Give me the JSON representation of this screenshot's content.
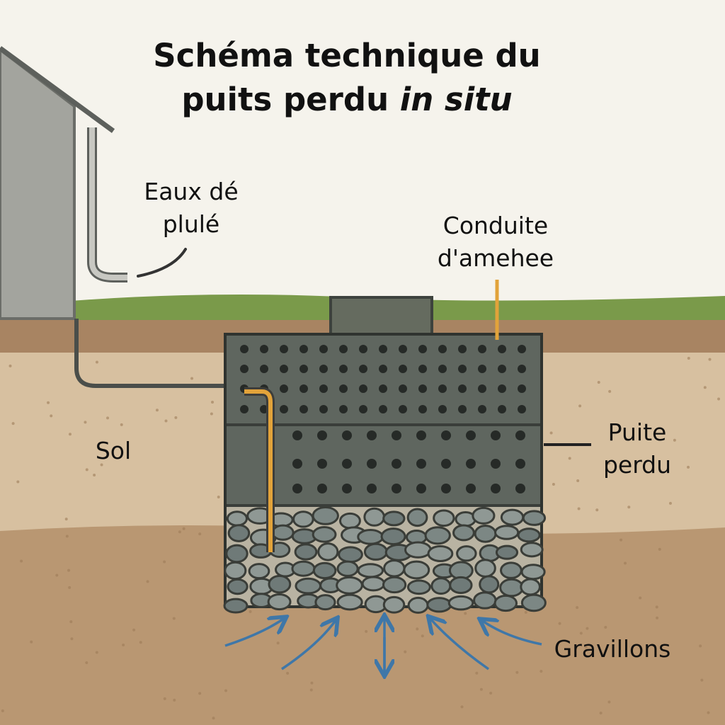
{
  "title": {
    "line1": "Schéma technique du",
    "line2_main": "puits perdu ",
    "line2_italic": "in situ"
  },
  "labels": {
    "rainwater": {
      "line1": "Eaux dé",
      "line2": "plulé"
    },
    "inlet_pipe": {
      "line1": "Conduite",
      "line2": "d'amehee"
    },
    "soil": "Sol",
    "soakaway": {
      "line1": "Puite",
      "line2": "perdu"
    },
    "gravel": "Gravillons"
  },
  "colors": {
    "sky": "#f5f3ec",
    "grass": "#7a9a4a",
    "topsoil": "#a88462",
    "soil": "#d7c0a0",
    "deep_soil": "#b99772",
    "tank": "#5f665f",
    "pipe": "#e2a33a",
    "arrow": "#3f77a8"
  }
}
